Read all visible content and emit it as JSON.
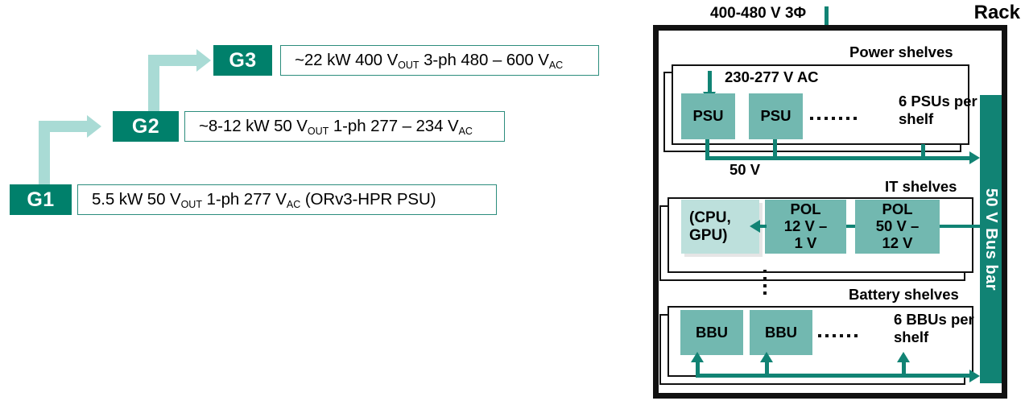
{
  "left_panel": {
    "name": "psu-generation-roadmap",
    "generations": [
      {
        "tag": "G1",
        "desc_html": "5.5 kW 50 V<sub>OUT</sub> 1-ph 277 V<sub>AC</sub> (ORv3-HPR PSU)",
        "desc_plain": "5.5 kW 50 VOUT 1-ph 277 VAC (ORv3-HPR PSU)"
      },
      {
        "tag": "G2",
        "desc_html": "~8-12 kW 50 V<sub>OUT</sub> 1-ph 277 – 234 V<sub>AC</sub>",
        "desc_plain": "~8-12 kW 50 VOUT 1-ph 277 - 234 VAC"
      },
      {
        "tag": "G3",
        "desc_html": "~22 kW 400 V<sub>OUT</sub> 3-ph 480 – 600 V<sub>AC</sub>",
        "desc_plain": "~22 kW 400 VOUT 3-ph 480 - 600 VAC"
      }
    ],
    "arrows": [
      {
        "name": "arrow-g1-to-g2",
        "from": "G1",
        "to": "G2"
      },
      {
        "name": "arrow-g2-to-g3",
        "from": "G2",
        "to": "G3"
      }
    ]
  },
  "rack": {
    "title": "Rack",
    "input_feed": "400-480 V 3Φ",
    "busbar": "50 V Bus bar",
    "power_shelf": {
      "label": "Power shelves",
      "input_voltage": "230-277 V AC",
      "output_voltage": "50 V",
      "units": [
        "PSU",
        "PSU"
      ],
      "note_line1": "6 PSUs per",
      "note_line2": "shelf"
    },
    "it_shelf": {
      "label": "IT shelves",
      "load_line1": "(CPU,",
      "load_line2": "GPU)",
      "converters": [
        {
          "name": "POL",
          "line1": "12 V –",
          "line2": "1 V"
        },
        {
          "name": "POL",
          "line1": "50 V –",
          "line2": "12 V"
        }
      ]
    },
    "battery_shelf": {
      "label": "Battery shelves",
      "units": [
        "BBU",
        "BBU"
      ],
      "note_line1": "6 BBUs per",
      "note_line2": "shelf"
    }
  },
  "colors": {
    "dark_teal": "#00806b",
    "busbar_teal": "#118374",
    "unit_teal": "#72b8b0",
    "light_teal": "#bde0dc",
    "arrow_light": "#a9dbd5",
    "outline": "#111111",
    "desc_border": "#2c8d7d"
  }
}
